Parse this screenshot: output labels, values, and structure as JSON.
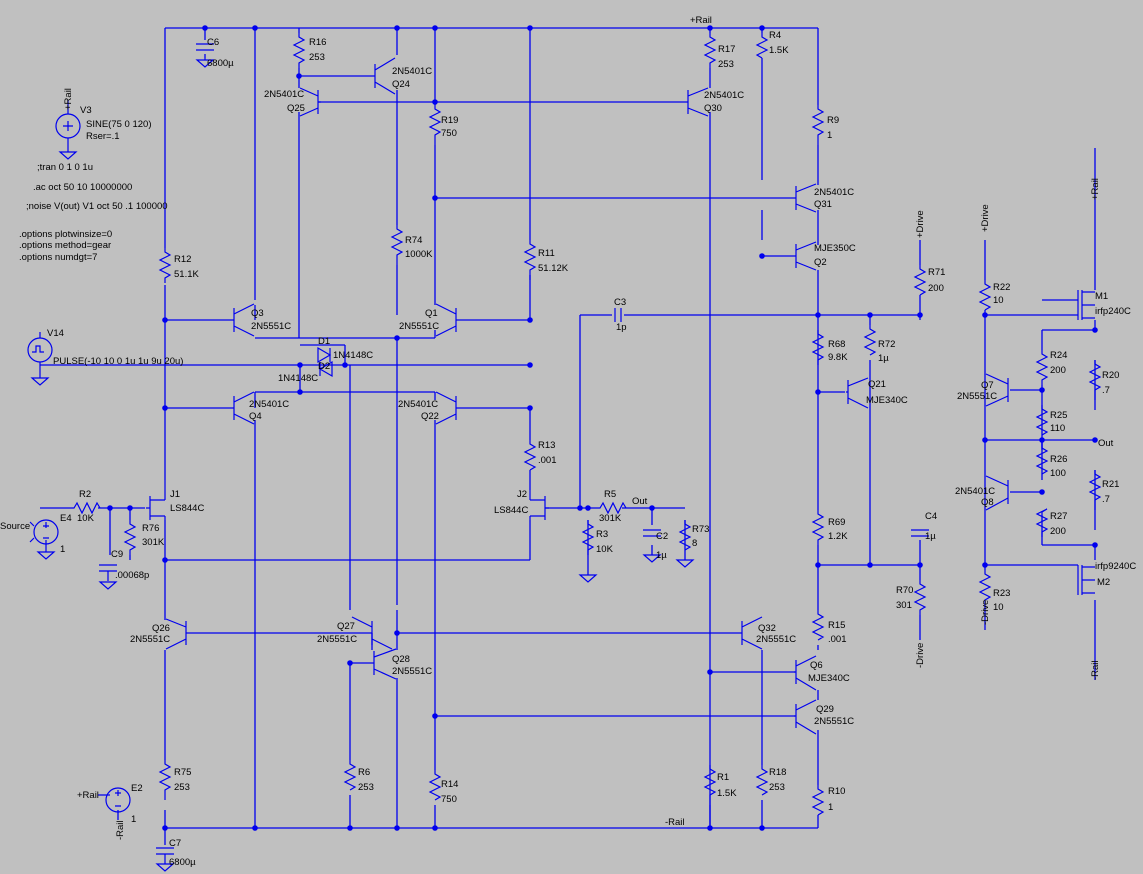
{
  "schematic": {
    "nets": {
      "rail_pos": "+Rail",
      "rail_neg": "-Rail",
      "out1": "Out",
      "out2": "Out",
      "drive_pos1": "+Drive",
      "drive_pos2": "+Drive",
      "drive_neg1": "-Drive",
      "drive_neg2": "-Drive",
      "rail_pos2": "+Rail",
      "rail_neg2": "-Rail",
      "v3_plus": "+Rail",
      "e2_plus": "+Rail",
      "e2_minus": "-Rail"
    },
    "directives": [
      ";tran 0 1 0 1u",
      ".ac oct 50 10 10000000",
      ";noise V(out) V1 oct 50 .1 100000",
      ".options plotwinsize=0",
      ".options method=gear",
      ".options numdgt=7"
    ],
    "sources": {
      "v3": {
        "name": "V3",
        "value": "SINE(75 0 120)",
        "extra": "Rser=.1"
      },
      "v14": {
        "name": "V14",
        "value": "PULSE(-10 10 0 1u 1u 9u 20u)"
      },
      "e4": {
        "name": "E4",
        "label": "Source",
        "gain": "1"
      },
      "e2": {
        "name": "E2",
        "gain": "1"
      }
    },
    "resistors": {
      "r16": {
        "name": "R16",
        "value": "253"
      },
      "r17": {
        "name": "R17",
        "value": "253"
      },
      "r4": {
        "name": "R4",
        "value": "1.5K"
      },
      "r9": {
        "name": "R9",
        "value": "1"
      },
      "r19": {
        "name": "R19",
        "value": "750"
      },
      "r74": {
        "name": "R74",
        "value": "1000K"
      },
      "r12": {
        "name": "R12",
        "value": "51.1K"
      },
      "r11": {
        "name": "R11",
        "value": "51.12K"
      },
      "r13": {
        "name": "R13",
        "value": ".001"
      },
      "r2": {
        "name": "R2",
        "value": "10K"
      },
      "r76": {
        "name": "R76",
        "value": "301K"
      },
      "r3": {
        "name": "R3",
        "value": "10K"
      },
      "r5": {
        "name": "R5",
        "value": "301K"
      },
      "r73": {
        "name": "R73",
        "value": "8"
      },
      "r71": {
        "name": "R71",
        "value": "200"
      },
      "r68": {
        "name": "R68",
        "value": "9.8K"
      },
      "r72": {
        "name": "R72",
        "value": "1µ"
      },
      "r69": {
        "name": "R69",
        "value": "1.2K"
      },
      "r70": {
        "name": "R70",
        "value": "301"
      },
      "r15": {
        "name": "R15",
        "value": ".001"
      },
      "r75": {
        "name": "R75",
        "value": "253"
      },
      "r6": {
        "name": "R6",
        "value": "253"
      },
      "r14": {
        "name": "R14",
        "value": "750"
      },
      "r1": {
        "name": "R1",
        "value": "1.5K"
      },
      "r18": {
        "name": "R18",
        "value": "253"
      },
      "r10": {
        "name": "R10",
        "value": "1"
      },
      "r22": {
        "name": "R22",
        "value": "10"
      },
      "r24": {
        "name": "R24",
        "value": "200"
      },
      "r25": {
        "name": "R25",
        "value": "110"
      },
      "r26": {
        "name": "R26",
        "value": "100"
      },
      "r27": {
        "name": "R27",
        "value": "200"
      },
      "r20": {
        "name": "R20",
        "value": ".7"
      },
      "r21": {
        "name": "R21",
        "value": ".7"
      },
      "r23": {
        "name": "R23",
        "value": "10"
      }
    },
    "capacitors": {
      "c6": {
        "name": "C6",
        "value": "6800µ"
      },
      "c7": {
        "name": "C7",
        "value": "6800µ"
      },
      "c3": {
        "name": "C3",
        "value": "1p"
      },
      "c9": {
        "name": "C9",
        "value": ".00068p"
      },
      "c2": {
        "name": "C2",
        "value": "1µ"
      },
      "c4": {
        "name": "C4",
        "value": "1µ"
      }
    },
    "transistors": {
      "q24": {
        "name": "Q24",
        "model": "2N5401C"
      },
      "q25": {
        "name": "Q25",
        "model": "2N5401C"
      },
      "q30": {
        "name": "Q30",
        "model": "2N5401C"
      },
      "q31": {
        "name": "Q31",
        "model": "2N5401C"
      },
      "q2": {
        "name": "Q2",
        "model": "MJE350C"
      },
      "q3": {
        "name": "Q3",
        "model": "2N5551C"
      },
      "q1": {
        "name": "Q1",
        "model": "2N5551C"
      },
      "q4": {
        "name": "Q4",
        "model": "2N5401C"
      },
      "q22": {
        "name": "Q22",
        "model": "2N5401C"
      },
      "q21": {
        "name": "Q21",
        "model": "MJE340C"
      },
      "j1": {
        "name": "J1",
        "model": "LS844C"
      },
      "j2": {
        "name": "J2",
        "model": "LS844C"
      },
      "q26": {
        "name": "Q26",
        "model": "2N5551C"
      },
      "q27": {
        "name": "Q27",
        "model": "2N5551C"
      },
      "q28": {
        "name": "Q28",
        "model": "2N5551C"
      },
      "q32": {
        "name": "Q32",
        "model": "2N5551C"
      },
      "q6": {
        "name": "Q6",
        "model": "MJE340C"
      },
      "q29": {
        "name": "Q29",
        "model": "2N5551C"
      },
      "q7": {
        "name": "Q7",
        "model": "2N5551C"
      },
      "q8": {
        "name": "Q8",
        "model": "2N5401C"
      },
      "m1": {
        "name": "M1",
        "model": "irfp240C"
      },
      "m2": {
        "name": "M2",
        "model": "irfp9240C"
      }
    },
    "diodes": {
      "d1": {
        "name": "D1",
        "model": "1N4148C"
      },
      "d2": {
        "name": "D2",
        "model": "1N4148C"
      }
    }
  }
}
